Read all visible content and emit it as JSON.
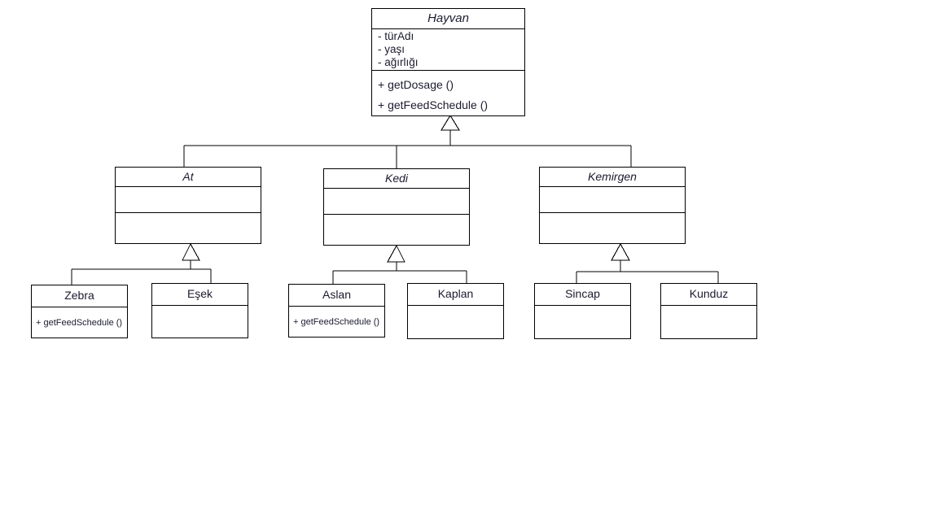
{
  "diagram": {
    "kind": "uml-class-diagram",
    "language": "tr",
    "stroke_color": "#000000",
    "text_color": "#1b1b2f",
    "background_color": "#ffffff",
    "relationship_type": "generalization"
  },
  "classes": {
    "hayvan": {
      "name": "Hayvan",
      "abstract": true,
      "attributes": [
        "- türAdı",
        "- yaşı",
        "- ağırlığı"
      ],
      "operations": [
        "+ getDosage ()",
        "+ getFeedSchedule ()"
      ]
    },
    "at": {
      "name": "At",
      "abstract": true,
      "attributes": [],
      "operations": []
    },
    "kedi": {
      "name": "Kedi",
      "abstract": true,
      "attributes": [],
      "operations": []
    },
    "kemirgen": {
      "name": "Kemirgen",
      "abstract": true,
      "attributes": [],
      "operations": []
    },
    "zebra": {
      "name": "Zebra",
      "abstract": false,
      "operations": [
        "+ getFeedSchedule ()"
      ]
    },
    "esek": {
      "name": "Eşek",
      "abstract": false,
      "operations": []
    },
    "aslan": {
      "name": "Aslan",
      "abstract": false,
      "operations": [
        "+ getFeedSchedule ()"
      ]
    },
    "kaplan": {
      "name": "Kaplan",
      "abstract": false,
      "operations": []
    },
    "sincap": {
      "name": "Sincap",
      "abstract": false,
      "operations": []
    },
    "kunduz": {
      "name": "Kunduz",
      "abstract": false,
      "operations": []
    }
  },
  "generalizations": [
    {
      "parent": "hayvan",
      "children": [
        "at",
        "kedi",
        "kemirgen"
      ]
    },
    {
      "parent": "at",
      "children": [
        "zebra",
        "esek"
      ]
    },
    {
      "parent": "kedi",
      "children": [
        "aslan",
        "kaplan"
      ]
    },
    {
      "parent": "kemirgen",
      "children": [
        "sincap",
        "kunduz"
      ]
    }
  ]
}
